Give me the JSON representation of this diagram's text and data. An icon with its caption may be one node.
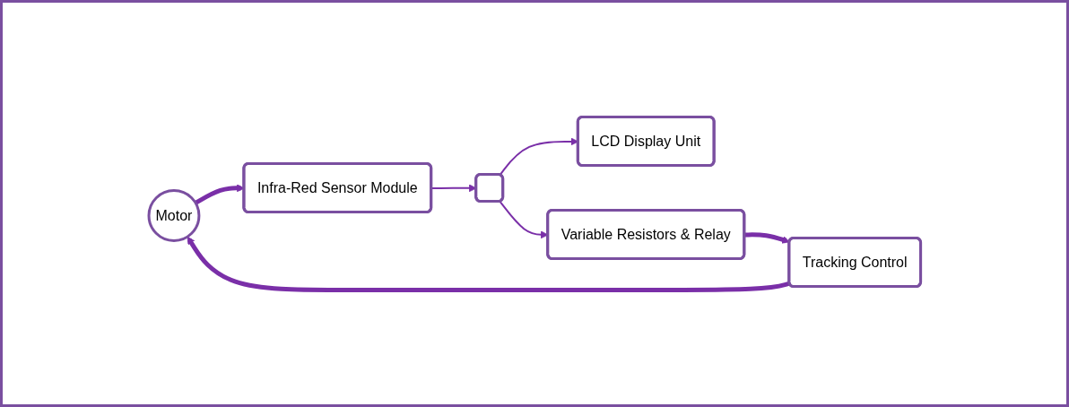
{
  "diagram": {
    "nodes": [
      {
        "text": [
          "Motor"
        ]
      },
      {
        "text": [
          "Infra-Red Sensor Module"
        ]
      },
      {
        "text": [],
        "shape": "box"
      },
      {
        "text": [
          "LCD Display Unit"
        ]
      },
      {
        "text": [
          "Variable Resistors & Relay"
        ]
      },
      {
        "text": [
          "Tracking Control"
        ]
      }
    ],
    "edges": [
      {
        "from": 0,
        "to": 1,
        "arrow": "to",
        "style": "thick"
      },
      {
        "from": 1,
        "to": 2,
        "arrow": "to"
      },
      {
        "from": 2,
        "to": 3,
        "arrow": "to"
      },
      {
        "from": 2,
        "to": 4,
        "arrow": "to"
      },
      {
        "from": 4,
        "to": 5,
        "arrow": "to",
        "style": "thick"
      },
      {
        "from": 5,
        "to": 0,
        "arrow": "to",
        "style": "thick"
      }
    ]
  }
}
